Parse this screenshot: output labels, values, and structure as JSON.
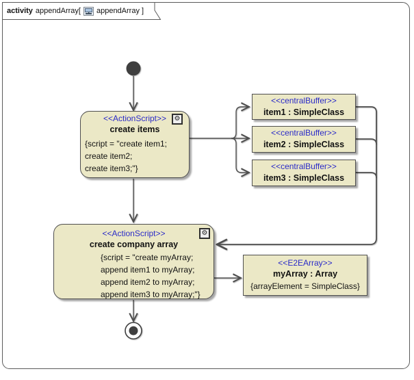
{
  "frame": {
    "keyword": "activity",
    "name": "appendArray[",
    "ref": "appendArray ]"
  },
  "nodes": {
    "create_items": {
      "stereotype": "<<ActionScript>>",
      "name": "create items",
      "script": [
        "{script = \"create item1;",
        "create item2;",
        "create item3;\"}"
      ]
    },
    "buffers": [
      {
        "stereotype": "<<centralBuffer>>",
        "name": "item1 : SimpleClass"
      },
      {
        "stereotype": "<<centralBuffer>>",
        "name": "item2 : SimpleClass"
      },
      {
        "stereotype": "<<centralBuffer>>",
        "name": "item3 : SimpleClass"
      }
    ],
    "create_company_array": {
      "stereotype": "<<ActionScript>>",
      "name": "create company array",
      "script": [
        "{script = \"create myArray;",
        "append item1 to myArray;",
        "append item2 to myArray;",
        "append item3 to myArray;\"}"
      ]
    },
    "my_array": {
      "stereotype": "<<E2EArray>>",
      "name": "myArray : Array",
      "constraint": "{arrayElement = SimpleClass}"
    }
  },
  "icons": {
    "gear": "⚙"
  },
  "colors": {
    "node_fill": "#ebe8c6",
    "stereotype_text": "#2a2ac8",
    "border": "#4e4e4e",
    "edge": "#4e4e4e",
    "node_dark": "#3f3f3f"
  }
}
